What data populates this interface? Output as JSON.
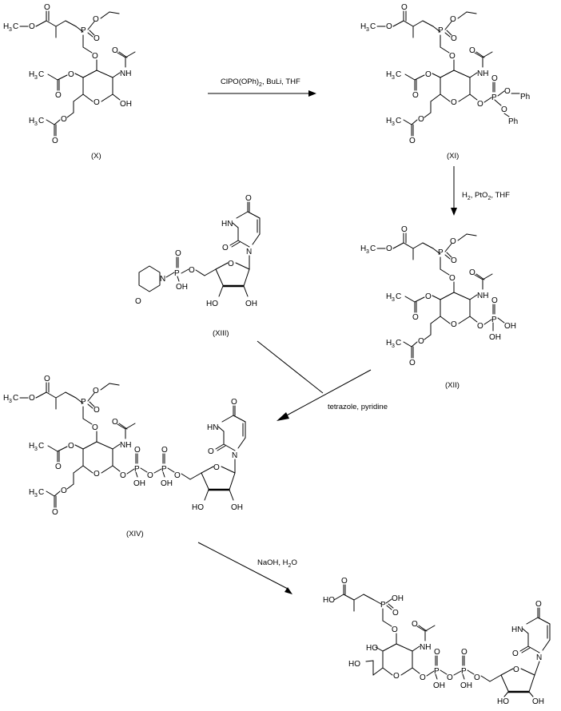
{
  "compounds": {
    "X": {
      "label": "(X)"
    },
    "XI": {
      "label": "(XI)"
    },
    "XII": {
      "label": "(XII)"
    },
    "XIII": {
      "label": "(XIII)"
    },
    "XIV": {
      "label": "(XIV)"
    }
  },
  "reactions": [
    {
      "id": "r1",
      "reagent_text": "ClPO(OPh)2, BuLi, THF"
    },
    {
      "id": "r2",
      "reagent_text": "H2, PtO2, THF"
    },
    {
      "id": "r3",
      "reagent_text": "tetrazole, pyridine"
    },
    {
      "id": "r4",
      "reagent_text": "NaOH, H2O"
    }
  ],
  "atom_labels": {
    "h3c": "H₃C",
    "o": "O",
    "p": "P",
    "oh": "OH",
    "ho": "HO",
    "nh": "NH",
    "hn": "HN",
    "n": "N",
    "ph": "Ph"
  }
}
